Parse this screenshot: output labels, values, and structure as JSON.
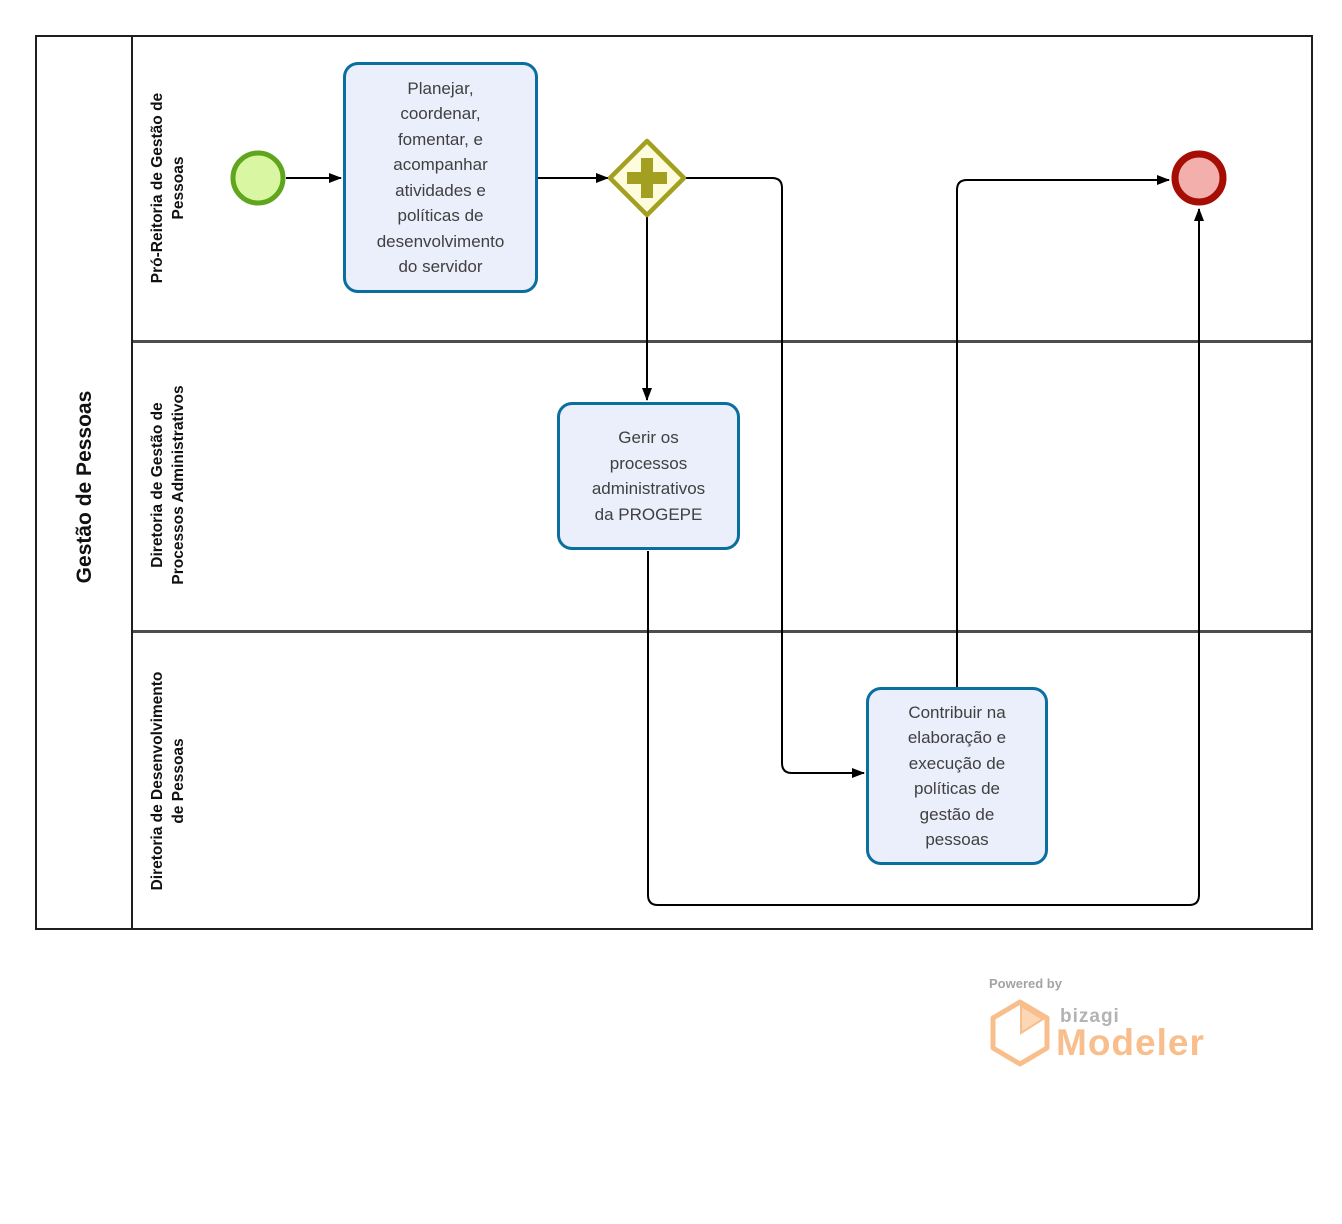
{
  "pool": {
    "title": "Gestão de Pessoas",
    "lanes": [
      {
        "label": "Pró-Reitoria de Gestão de\nPessoas"
      },
      {
        "label": "Diretoria de Gestão de\nProcessos Administrativos"
      },
      {
        "label": "Diretoria de Desenvolvimento\nde Pessoas"
      }
    ]
  },
  "nodes": {
    "start_event": {
      "type": "start-event"
    },
    "task_planejar": {
      "label": "Planejar,\ncoordenar,\nfomentar, e\nacompanhar\natividades e\npolíticas de\ndesenvolvimento\ndo servidor"
    },
    "gateway_parallel": {
      "type": "parallel-gateway"
    },
    "task_gerir": {
      "label": "Gerir os\nprocessos\nadministrativos\nda PROGEPE"
    },
    "task_contribuir": {
      "label": "Contribuir na\nelaboração e\nexecução de\npolíticas de\ngestão de\npessoas"
    },
    "end_event": {
      "type": "end-event"
    }
  },
  "colors": {
    "task_border": "#0a6e9e",
    "task_fill": "#ebeefb",
    "gateway_border": "#a3a021",
    "gateway_fill": "#fdfcdc",
    "start_border": "#5fa51d",
    "start_fill": "#d9f7a2",
    "end_border": "#a60d04",
    "end_fill": "#f2afac",
    "flow_line": "#000000",
    "lane_divider": "#4d4d4d",
    "logo_orange": "#f8be8c"
  },
  "footer": {
    "powered_by": "Powered by",
    "brand": "bizagi",
    "product": "Modeler"
  }
}
